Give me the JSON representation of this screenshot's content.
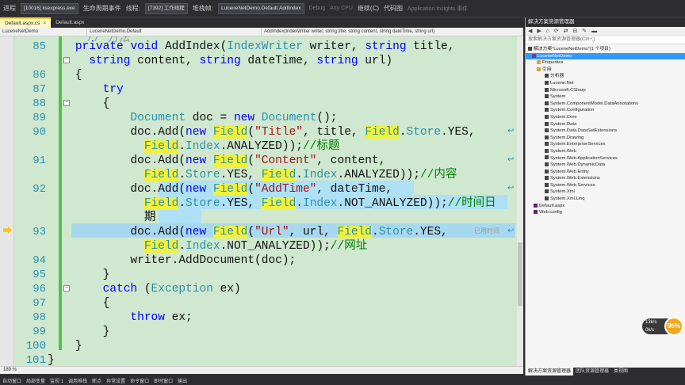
{
  "toolbar": {
    "attach_label": "进程",
    "process": "[10016] iisexpress.exe",
    "lifecycle_label": "生命周期事件",
    "thread_label": "线程:",
    "thread": "[7392] 工作线程",
    "stack_label": "堆栈帧:",
    "stack_frame": "LuceneNetDemo.Default.AddIndex",
    "debug_label": "Debug",
    "cpu_label": "Any CPU",
    "continue_label": "继续(C)",
    "code_map_label": "代码图",
    "insights_label": "Application Insights 事件"
  },
  "doc_tabs": [
    {
      "label": "Default.aspx.cs",
      "active": true
    },
    {
      "label": "Default.aspx",
      "active": false
    }
  ],
  "navbar": {
    "project": "LuceneNetDemo",
    "class": "LuceneNetDemo.Default",
    "member": "AddIndex(IndexWriter writer, string title, string content, string dateTime, string url)"
  },
  "editor": {
    "partial_top": "  // 方法",
    "lines": [
      {
        "num": "85",
        "code": "    private void AddIndex(IndexWriter writer, string title,"
      },
      {
        "num": "",
        "code": "      string content, string dateTime, string url)"
      },
      {
        "num": "86",
        "code": "    {"
      },
      {
        "num": "87",
        "code": "        try"
      },
      {
        "num": "88",
        "code": "        {"
      },
      {
        "num": "89",
        "code": "            Document doc = new Document();"
      },
      {
        "num": "90",
        "code": "            doc.Add(new Field(\"Title\", title, Field.Store.YES,"
      },
      {
        "num": "",
        "code": "              Field.Index.ANALYZED));//标题"
      },
      {
        "num": "91",
        "code": "            doc.Add(new Field(\"Content\", content,"
      },
      {
        "num": "",
        "code": "              Field.Store.YES, Field.Index.ANALYZED));//内容"
      },
      {
        "num": "92",
        "code": "            doc.Add(new Field(\"AddTime\", dateTime,"
      },
      {
        "num": "",
        "code": "              Field.Store.YES, Field.Index.NOT_ANALYZED));//时间日"
      },
      {
        "num": "",
        "code": "              期"
      },
      {
        "num": "93",
        "code": "            doc.Add(new Field(\"Url\", url, Field.Store.YES,"
      },
      {
        "num": "",
        "code": "              Field.Index.NOT_ANALYZED));//网址"
      },
      {
        "num": "94",
        "code": "            writer.AddDocument(doc);"
      },
      {
        "num": "95",
        "code": "        }"
      },
      {
        "num": "96",
        "code": "        catch (Exception ex)"
      },
      {
        "num": "97",
        "code": "        {"
      },
      {
        "num": "98",
        "code": "            throw ex;"
      },
      {
        "num": "99",
        "code": "        }"
      },
      {
        "num": "100",
        "code": "    }"
      },
      {
        "num": "101",
        "code": "}"
      }
    ],
    "elapsed_hint": "已用时间",
    "zoom": "189 %"
  },
  "solution_explorer": {
    "title": "解决方案资源管理器",
    "search_placeholder": "搜索解决方案资源管理器(Ctrl+;)",
    "solution_label": "解决方案\"LuceneNetDemo\"(1 个项目)",
    "project": "LuceneNetDemo",
    "nodes": [
      "Properties",
      "引用",
      "分析器",
      "Lucene.Net",
      "Microsoft.CSharp",
      "System",
      "System.ComponentModel.DataAnnotations",
      "System.Configuration",
      "System.Core",
      "System.Data",
      "System.Data.DataSetExtensions",
      "System.Drawing",
      "System.EnterpriseServices",
      "System.Web",
      "System.Web.ApplicationServices",
      "System.Web.DynamicData",
      "System.Web.Entity",
      "System.Web.Extensions",
      "System.Web.Services",
      "System.Xml",
      "System.Xml.Linq",
      "Default.aspx",
      "Web.config"
    ],
    "bottom_tabs": [
      "解决方案资源管理器",
      "团队资源管理器",
      "类视图"
    ]
  },
  "statusbar": [
    "自动窗口",
    "局部变量",
    "监视 1",
    "调用堆栈",
    "断点",
    "异常设置",
    "命令窗口",
    "即时窗口",
    "输出"
  ],
  "badge": {
    "value1": "13k/s",
    "value2": "0k/s",
    "percent": "96%"
  }
}
